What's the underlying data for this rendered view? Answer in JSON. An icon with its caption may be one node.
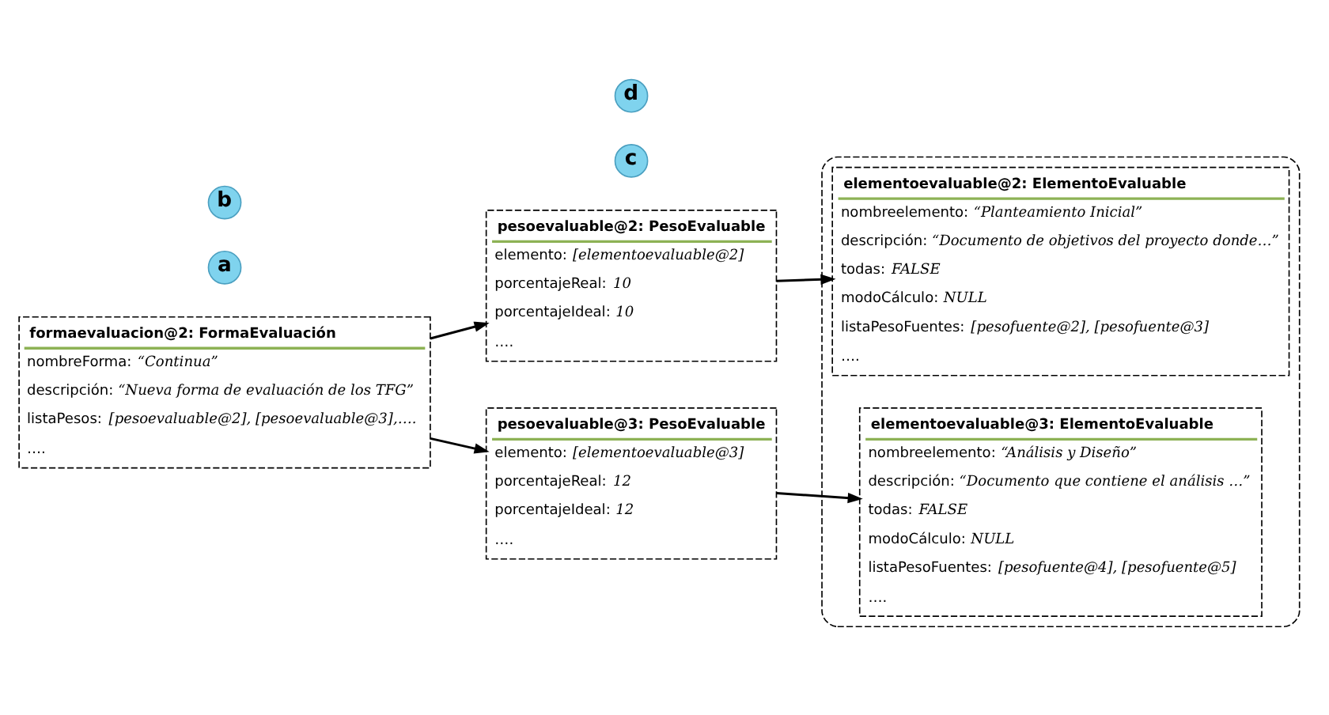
{
  "diagram": {
    "nodes": [
      {
        "text": [
          "formaevaluacion@2: FormaEvaluación",
          "nombreForma: *“Continua”*",
          "descripción: *“Nueva forma de evaluación de los TFG”*",
          "listaPesos: *[pesoevaluable@2], [pesoevaluable@3],….*",
          "…."
        ]
      },
      {
        "text": [
          "a"
        ]
      },
      {
        "text": [],
        "shape": "box"
      },
      {
        "text": [
          "b"
        ]
      },
      {
        "text": [
          "elementoevaluable@2: ElementoEvaluable",
          "nombreelemento: *“Planteamiento Inicial”*",
          "descripción: *“Documento de objetivos del proyecto donde…”*",
          "todas: *FALSE*",
          "modoCálculo: *NULL*",
          "listaPesoFuentes: *[pesofuente@2], [pesofuente@3]*",
          "…."
        ],
        "in": 2
      },
      {
        "text": [
          "elementoevaluable@3: ElementoEvaluable",
          "nombreelemento: *“Análisis y Diseño”*",
          "descripción: *“Documento que contiene el análisis …”*",
          "todas: *FALSE*",
          "modoCálculo: *NULL*",
          "listaPesoFuentes: *[pesofuente@4], [pesofuente@5]*",
          "…."
        ],
        "in": 2
      },
      {
        "text": [
          "pesoevaluable@2: PesoEvaluable",
          "elemento: *[elementoevaluable@2]*",
          "porcentajeReal: *10*",
          "porcentajeIdeal: *10*",
          "…."
        ]
      },
      {
        "text": [
          "c"
        ]
      },
      {
        "text": [
          "pesoevaluable@3: PesoEvaluable",
          "elemento: *[elementoevaluable@3]*",
          "porcentajeReal: *12*",
          "porcentajeIdeal: *12*",
          "…."
        ]
      },
      {
        "text": [
          "d"
        ]
      }
    ],
    "edges": [
      {
        "from": 0,
        "to": 6,
        "arrow": "to"
      },
      {
        "from": 0,
        "to": 8,
        "arrow": "to"
      },
      {
        "from": 6,
        "to": 4,
        "arrow": "to"
      },
      {
        "from": 8,
        "to": 5,
        "arrow": "to"
      }
    ]
  }
}
